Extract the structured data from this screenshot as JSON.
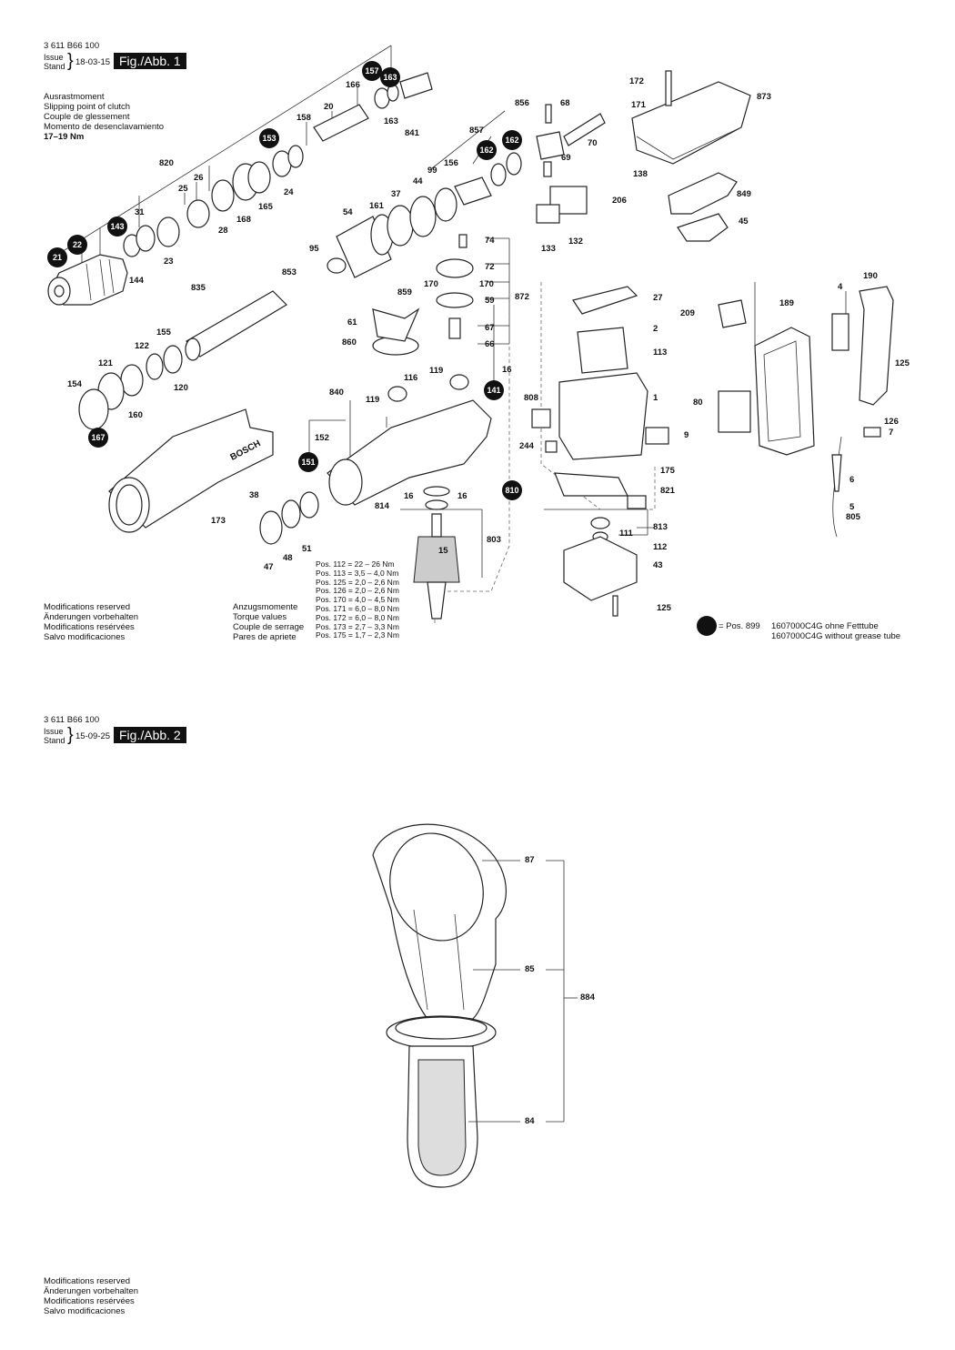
{
  "fig1": {
    "part_number": "3 611 B66 100",
    "issue_label": "Issue",
    "stand_label": "Stand",
    "date": "18-03-15",
    "fig_label": "Fig./Abb. 1",
    "clutch_lines": [
      "Ausrastmoment",
      "Slipping point of clutch",
      "Couple de glessement",
      "Momento de desenclavamiento",
      "17–19 Nm"
    ],
    "modifications": [
      "Modifications reserved",
      "Änderungen vorbehalten",
      "Modifications resérvées",
      "Salvo modificaciones"
    ],
    "torque_titles": [
      "Anzugsmomente",
      "Torque values",
      "Couple de serrage",
      "Pares de apriete"
    ],
    "torque_values": [
      "Pos. 112 = 22 – 26 Nm",
      "Pos. 113 = 3,5 – 4,0 Nm",
      "Pos. 125 = 2,0 – 2,6 Nm",
      "Pos. 126 = 2,0 – 2,6 Nm",
      "Pos. 170 = 4,0 – 4,5 Nm",
      "Pos. 171 = 6,0 – 8,0 Nm",
      "Pos. 172 = 6,0 – 8,0 Nm",
      "Pos. 173 = 2,7 – 3,3 Nm",
      "Pos. 175 = 1,7 – 2,3 Nm"
    ],
    "legend_pos": "= Pos. 899",
    "legend_lines": [
      "1607000C4G ohne Fetttube",
      "1607000C4G without grease tube"
    ],
    "brand_mark": "BOSCH",
    "callouts": [
      "157",
      "163",
      "153",
      "162",
      "162",
      "143",
      "22",
      "21",
      "141",
      "151",
      "167",
      "810"
    ],
    "labels": [
      "166",
      "20",
      "158",
      "163",
      "841",
      "820",
      "26",
      "25",
      "31",
      "24",
      "168",
      "165",
      "28",
      "23",
      "144",
      "856",
      "68",
      "70",
      "69",
      "857",
      "156",
      "99",
      "44",
      "37",
      "161",
      "54",
      "95",
      "853",
      "835",
      "155",
      "122",
      "121",
      "120",
      "154",
      "160",
      "61",
      "860",
      "116",
      "119",
      "840",
      "119",
      "152",
      "38",
      "173",
      "48",
      "47",
      "51",
      "16",
      "16",
      "814",
      "15",
      "803",
      "16",
      "74",
      "72",
      "170",
      "170",
      "859",
      "59",
      "872",
      "67",
      "66",
      "172",
      "171",
      "873",
      "138",
      "206",
      "849",
      "45",
      "133",
      "132",
      "27",
      "2",
      "113",
      "1",
      "808",
      "9",
      "244",
      "175",
      "821",
      "813",
      "111",
      "112",
      "43",
      "125",
      "209",
      "189",
      "4",
      "190",
      "125",
      "80",
      "126",
      "7",
      "6",
      "5",
      "805"
    ]
  },
  "fig2": {
    "part_number": "3 611 B66 100",
    "issue_label": "Issue",
    "stand_label": "Stand",
    "date": "15-09-25",
    "fig_label": "Fig./Abb. 2",
    "labels": [
      "87",
      "85",
      "884",
      "84"
    ],
    "modifications": [
      "Modifications reserved",
      "Änderungen vorbehalten",
      "Modifications resérvées",
      "Salvo modificaciones"
    ]
  }
}
